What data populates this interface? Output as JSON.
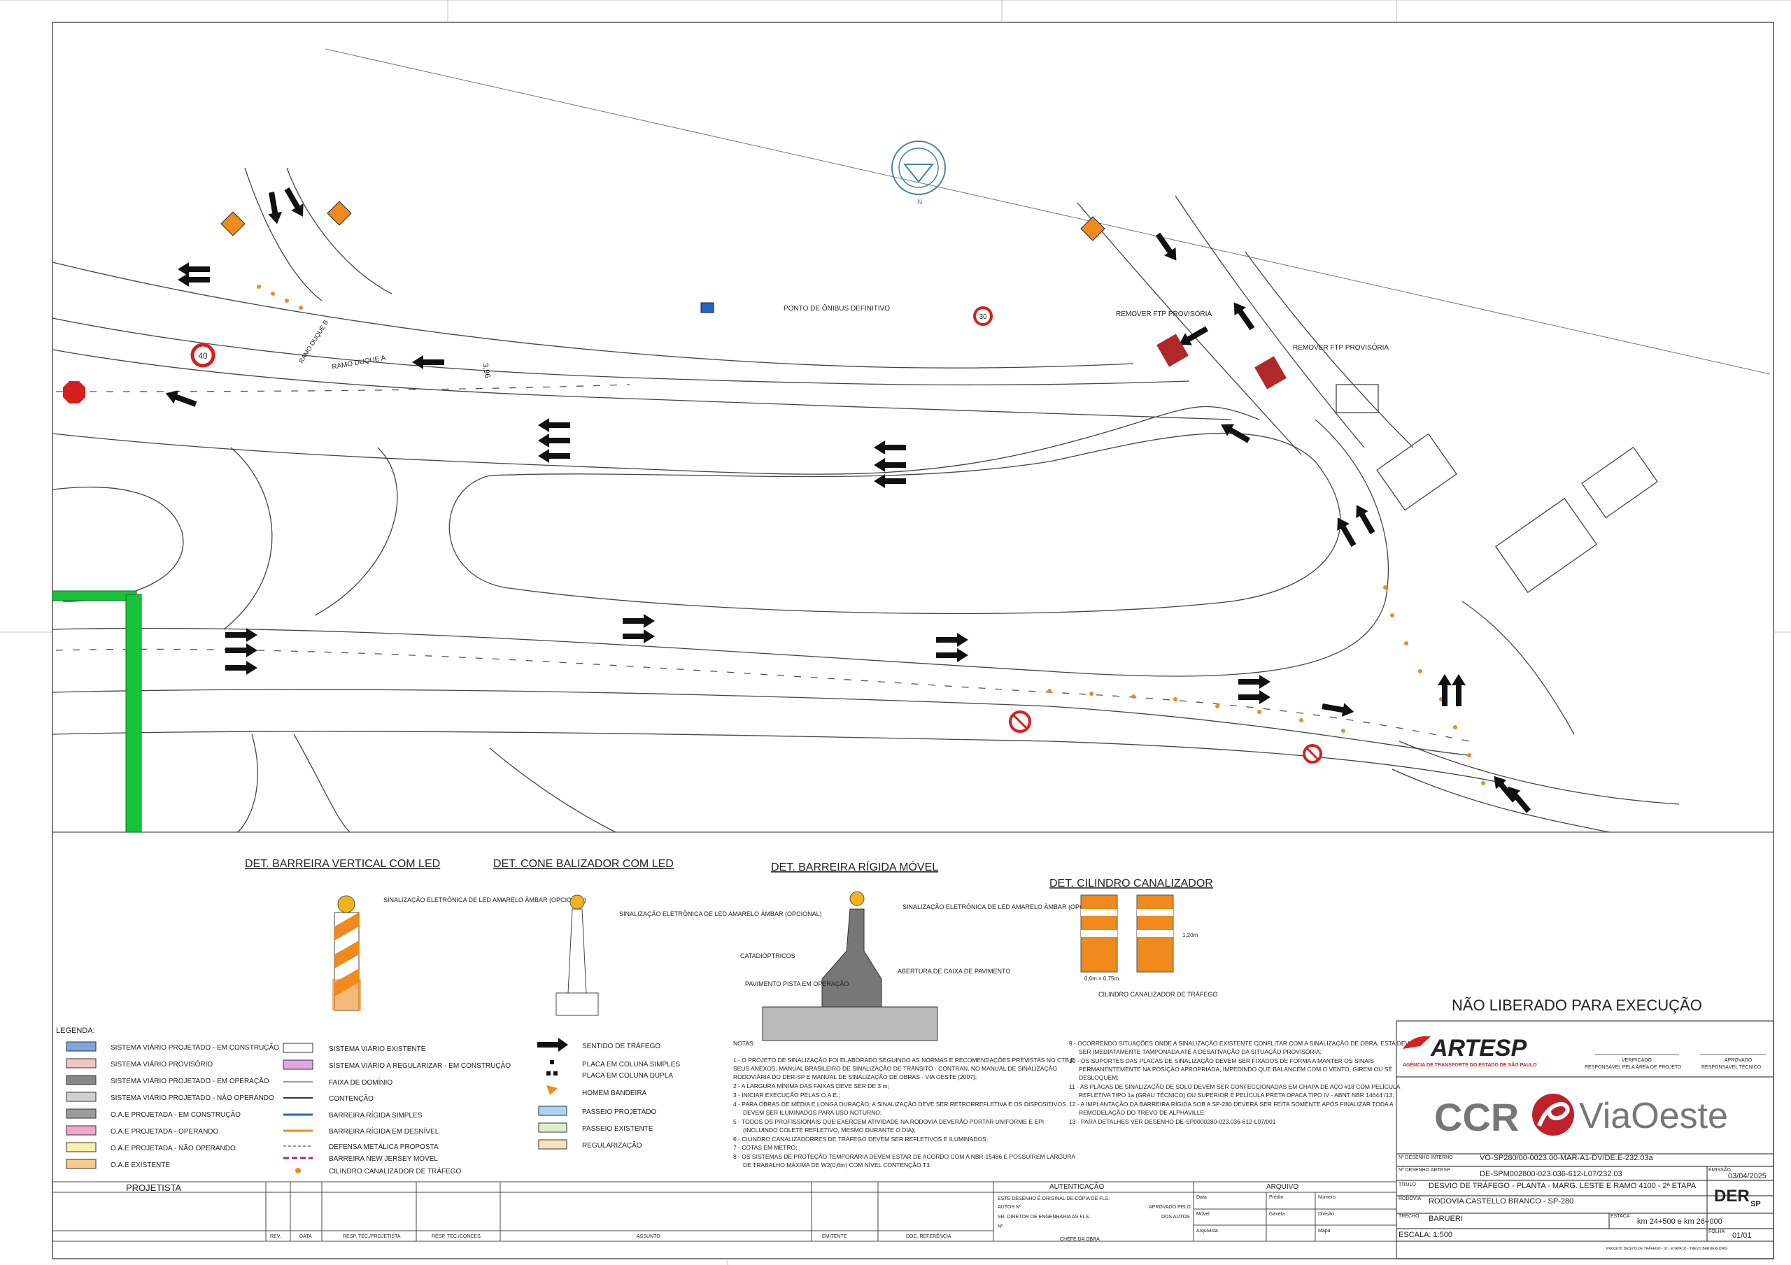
{
  "title": "NÃO LIBERADO PARA EXECUÇÃO",
  "north": "N",
  "plan_labels": {
    "ramo_duque_a": "RAMO DUQUE A",
    "ramo_duque_b": "RAMO DUQUE B",
    "ponto_onibus": "PONTO DE ÔNIBUS DEFINITIVO",
    "remover_ftp_1": "REMOVER FTP PROVISÓRIA",
    "remover_ftp_2": "REMOVER FTP PROVISÓRIA",
    "width_mark": "3,96",
    "sign_speed_40": "40",
    "sign_speed_30": "30"
  },
  "details": {
    "barreira_vertical": {
      "title": "DET. BARREIRA VERTICAL COM LED",
      "note": "SINALIZAÇÃO ELETRÔNICA DE LED AMARELO ÂMBAR (OPCIONAL)"
    },
    "cone_balizador": {
      "title": "DET. CONE BALIZADOR COM LED",
      "note": "SINALIZAÇÃO ELETRÔNICA DE LED AMARELO ÂMBAR (OPCIONAL)"
    },
    "barreira_rigida": {
      "title": "DET. BARREIRA RÍGIDA MÓVEL",
      "note": "SINALIZAÇÃO ELETRÔNICA DE LED AMARELO ÂMBAR (OPCIONAL)",
      "catadioptricos": "CATADIÓPTRICOS",
      "abertura": "ABERTURA DE CAIXA DE PAVIMENTO",
      "pavimento": "PAVIMENTO PISTA EM OPERAÇÃO"
    },
    "cilindro": {
      "title": "DET. CILINDRO CANALIZADOR",
      "caption": "CILINDRO CANALIZADOR DE TRÁFEGO",
      "dim1": "0,6m × 0,75m",
      "dim2": "1,20m"
    }
  },
  "legend": {
    "title": "LEGENDA:",
    "col1": [
      {
        "label": "SISTEMA VIÁRIO PROJETADO - EM CONSTRUÇÃO",
        "fill": "#7fa6e0"
      },
      {
        "label": "SISTEMA VIÁRIO PROVISÓRIO",
        "fill": "#f3c4c4"
      },
      {
        "label": "SISTEMA VIÁRIO PROJETADO - EM OPERAÇÃO",
        "fill": "#888888"
      },
      {
        "label": "SISTEMA VIÁRIO PROJETADO - NÃO OPERANDO",
        "fill": "#d0d0d0"
      },
      {
        "label": "O.A.E PROJETADA - EM CONSTRUÇÃO",
        "fill": "#9a9a9a"
      },
      {
        "label": "O.A.E PROJETADA - OPERANDO",
        "fill": "#f2a8c8"
      },
      {
        "label": "O.A.E PROJETADA - NÃO OPERANDO",
        "fill": "#fbf1a8"
      },
      {
        "label": "O.A.E EXISTENTE",
        "fill": "#f7c98c"
      }
    ],
    "col2": [
      {
        "label": "SISTEMA VIÁRIO EXISTENTE"
      },
      {
        "label": "SISTEMA VIÁRIO A REGULARIZAR - EM CONSTRUÇÃO"
      },
      {
        "label": "FAIXA DE DOMÍNIO"
      },
      {
        "label": "CONTENÇÃO"
      },
      {
        "label": "BARREIRA RÍGIDA SIMPLES"
      },
      {
        "label": "BARREIRA RÍGIDA EM DESNÍVEL"
      },
      {
        "label": "DEFENSA METÁLICA PROPOSTA"
      },
      {
        "label": "BARREIRA NEW JERSEY MÓVEL"
      },
      {
        "label": "CILINDRO CANALIZADOR DE TRÁFEGO"
      }
    ],
    "col3": [
      {
        "label": "SENTIDO DE TRÁFEGO"
      },
      {
        "label": "PLACA EM COLUNA SIMPLES"
      },
      {
        "label": "PLACA EM COLUNA DUPLA"
      },
      {
        "label": "HOMEM BANDEIRA"
      },
      {
        "label": "PASSEIO PROJETADO"
      },
      {
        "label": "PASSEIO EXISTENTE"
      },
      {
        "label": "REGULARIZAÇÃO"
      }
    ]
  },
  "notes": {
    "title": "NOTAS:",
    "left": [
      "1 - O PROJETO DE SINALIZAÇÃO FOI ELABORADO SEGUINDO AS NORMAS E RECOMENDAÇÕES PREVISTAS NO CTB E",
      "SEUS ANEXOS, MANUAL BRASILEIRO DE SINALIZAÇÃO DE TRÂNSITO - CONTRAN, NO MANUAL DE SINALIZAÇÃO",
      "RODOVIÁRIA DO DER-SP E MANUAL DE SINALIZAÇÃO DE OBRAS - VIA OESTE (2007);",
      "2 - A LARGURA MÍNIMA DAS FAIXAS DEVE SER DE 3 m;",
      "3 - INICIAR EXECUÇÃO PELAS O.A.E.;",
      "4 - PARA OBRAS DE MÉDIA E LONGA DURAÇÃO, A SINALIZAÇÃO DEVE SER RETRORREFLETIVA E OS DISPOSITIVOS",
      "DEVEM SER ILUMINADOS PARA USO NOTURNO;",
      "5 - TODOS OS PROFISSIONAIS QUE EXERCEM ATIVIDADE NA RODOVIA DEVERÃO PORTAR UNIFORME E EPI",
      "(INCLUINDO COLETE REFLETIVO, MESMO DURANTE O DIA);",
      "6 - CILINDRO CANALIZADORRES DE TRÁFEGO DEVEM SER REFLETIVOS E ILUMINADOS;",
      "7 - COTAS EM METRO;",
      "8 - OS SISTEMAS DE PROTEÇÃO TEMPORÁRIA DEVEM ESTAR DE ACORDO COM A NBR-15486 E POSSUÍREM LARGURA",
      "DE TRABALHO MÁXIMA DE W2(0,6m) COM NÍVEL CONTENÇÃO T3."
    ],
    "right": [
      "9 - OCORRENDO SITUAÇÕES ONDE A SINALIZAÇÃO EXISTENTE CONFLITAR COM A SINALIZAÇÃO DE OBRA, ESTA DEVE",
      "SER IMEDIATAMENTE TAMPONADA ATÉ A DESATIVAÇÃO DA SITUAÇÃO PROVISÓRIA;",
      "10 - OS SUPORTES DAS PLACAS DE SINALIZAÇÃO DEVEM SER FIXADOS DE FORMA A MANTER OS SINAIS",
      "PERMANENTEMENTE NA POSIÇÃO APROPRIADA, IMPEDINDO QUE BALANCEM COM O VENTO, GIREM OU SE",
      "DESLOQUEM;",
      "11 - AS PLACAS DE SINALIZAÇÃO DE SOLO DEVEM SER CONFECCIONADAS EM CHAPA DE AÇO #18 COM PELÍCULA",
      "REFLETIVA TIPO 1a (GRAU TÉCNICO) OU SUPERIOR E PELÍCULA PRETA OPACA TIPO IV - ABNT NBR 14644 /13;",
      "12 - A IMPLANTAÇÃO DA BARREIRA RÍGIDA SOB A SP-280 DEVERÁ SER FEITA SOMENTE APÓS FINALIZAR TODA A",
      "REMODELAÇÃO DO TREVO DE ALPHAVILLE;",
      "13 - PARA DETALHES VER DESENHO DE-SP0000280-023.036-612-L07/001"
    ]
  },
  "titleblock": {
    "artesp": "ARTESP",
    "artesp_sub": "AGÊNCIA DE TRANSPORTE DO ESTADO DE SÃO PAULO",
    "verificado": "VERIFICADO",
    "verificado_sub": "RESPONSÁVEL PELA ÁREA DE PROJETO",
    "aprovado": "APROVADO",
    "aprovado_sub": "RESPONSÁVEL TÉCNICO",
    "ccr": "CCR",
    "viaoeste": "ViaOeste",
    "desenho_interno_label": "Nº DESENHO INTERNO",
    "desenho_interno": "VO-SP280/00-0023.00-MAR-A1-DV/DE.E-232.03a",
    "desenho_artesp_label": "Nº DESENHO ARTESP",
    "desenho_artesp": "DE-SPM002800-023.036-612-L07/232.03",
    "emissao_label": "EMISSÃO",
    "emissao": "03/04/2025",
    "titulo_label": "TÍTULO",
    "titulo": "DESVIO DE TRÁFEGO - PLANTA - MARG. LESTE E RAMO 4100 - 2ª ETAPA",
    "rodovia_label": "RODOVIA",
    "rodovia": "RODOVIA CASTELLO BRANCO - SP-280",
    "trecho_label": "TRECHO",
    "trecho": "BARUERI",
    "estaca_label": "ESTACA",
    "estaca": "km 24+500 e km 26+000",
    "escala": "ESCALA: 1:500",
    "folha_label": "FOLHA",
    "folha": "01/01",
    "der": "DER",
    "der_sub": "SP",
    "footer": "PROJETO DESVIO DE TRÁFEGO - 02 - ETAPA 02 - TREVO BARUERI.DWG"
  },
  "bottom_table": {
    "projetista": "PROJETISTA",
    "headers": [
      "REV.",
      "DATA",
      "RESP. TÉC./PROJETISTA",
      "RESP. TÉC./CONCES.",
      "ASSUNTO",
      "EMITENTE",
      "DOC. REFERÊNCIA"
    ],
    "autenticacao": "AUTENTICAÇÃO",
    "aut_lines": [
      "ESTE DESENHO É ORIGINAL DE CÓPIA DE FLS.",
      "AUTOS Nº",
      "APROVADO PELO",
      "SR. DIRETOR DE ENGENHARIA AS FLS.",
      "DOS AUTOS",
      "Nº",
      "CHEFE DA OBRA"
    ],
    "arquivo": "ARQUIVO",
    "arq_cells": [
      "Data",
      "Prédio",
      "Número",
      "Móvel",
      "Gaveta",
      "Divisão",
      "Arquivista",
      "",
      "Mapa"
    ]
  },
  "colors": {
    "arrow": "#111111",
    "orange": "#f08a1c",
    "green": "#18c23a",
    "red": "#d62020",
    "line": "#444444"
  }
}
